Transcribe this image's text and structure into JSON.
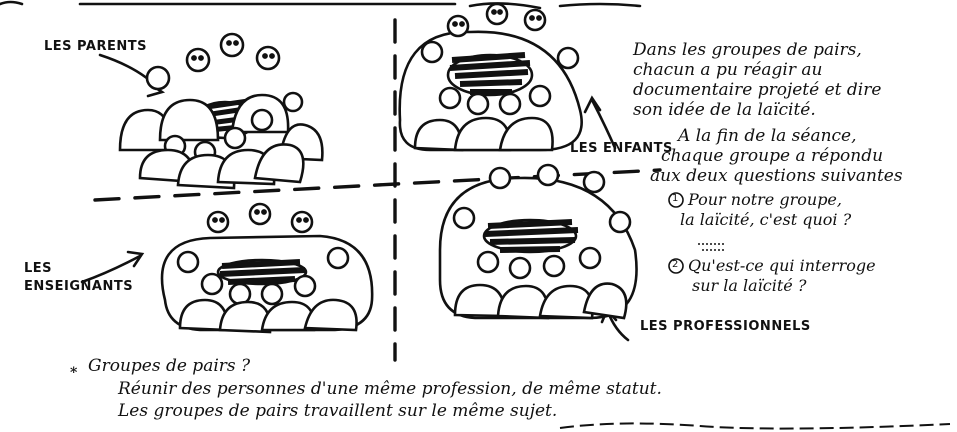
{
  "labels": {
    "parents": "LES PARENTS",
    "children": "LES ENFANTS",
    "teachers_line1": "LES",
    "teachers_line2": "ENSEIGNANTS",
    "professionals": "LES PROFESSIONNELS"
  },
  "side_text": {
    "line1": "Dans les groupes de pairs,",
    "line2": "chacun a pu réagir au",
    "line3": "documentaire projeté et dire",
    "line4": "son idée de la laïcité.",
    "line5": "A la fin de la séance,",
    "line6": "chaque groupe a répondu",
    "line7": "aux deux questions suivantes",
    "q1_num": "1",
    "q1_line1": "Pour notre groupe,",
    "q1_line2": "la laïcité, c'est quoi ?",
    "q2_num": "2",
    "q2_line1": "Qu'est-ce qui interroge",
    "q2_line2": "sur la laïcité ?"
  },
  "footnote": {
    "marker": "*",
    "line1": "Groupes de pairs ?",
    "line2": "Réunir des personnes d'une même profession, de même statut.",
    "line3": "Les groupes de pairs travaillent sur le même sujet."
  }
}
